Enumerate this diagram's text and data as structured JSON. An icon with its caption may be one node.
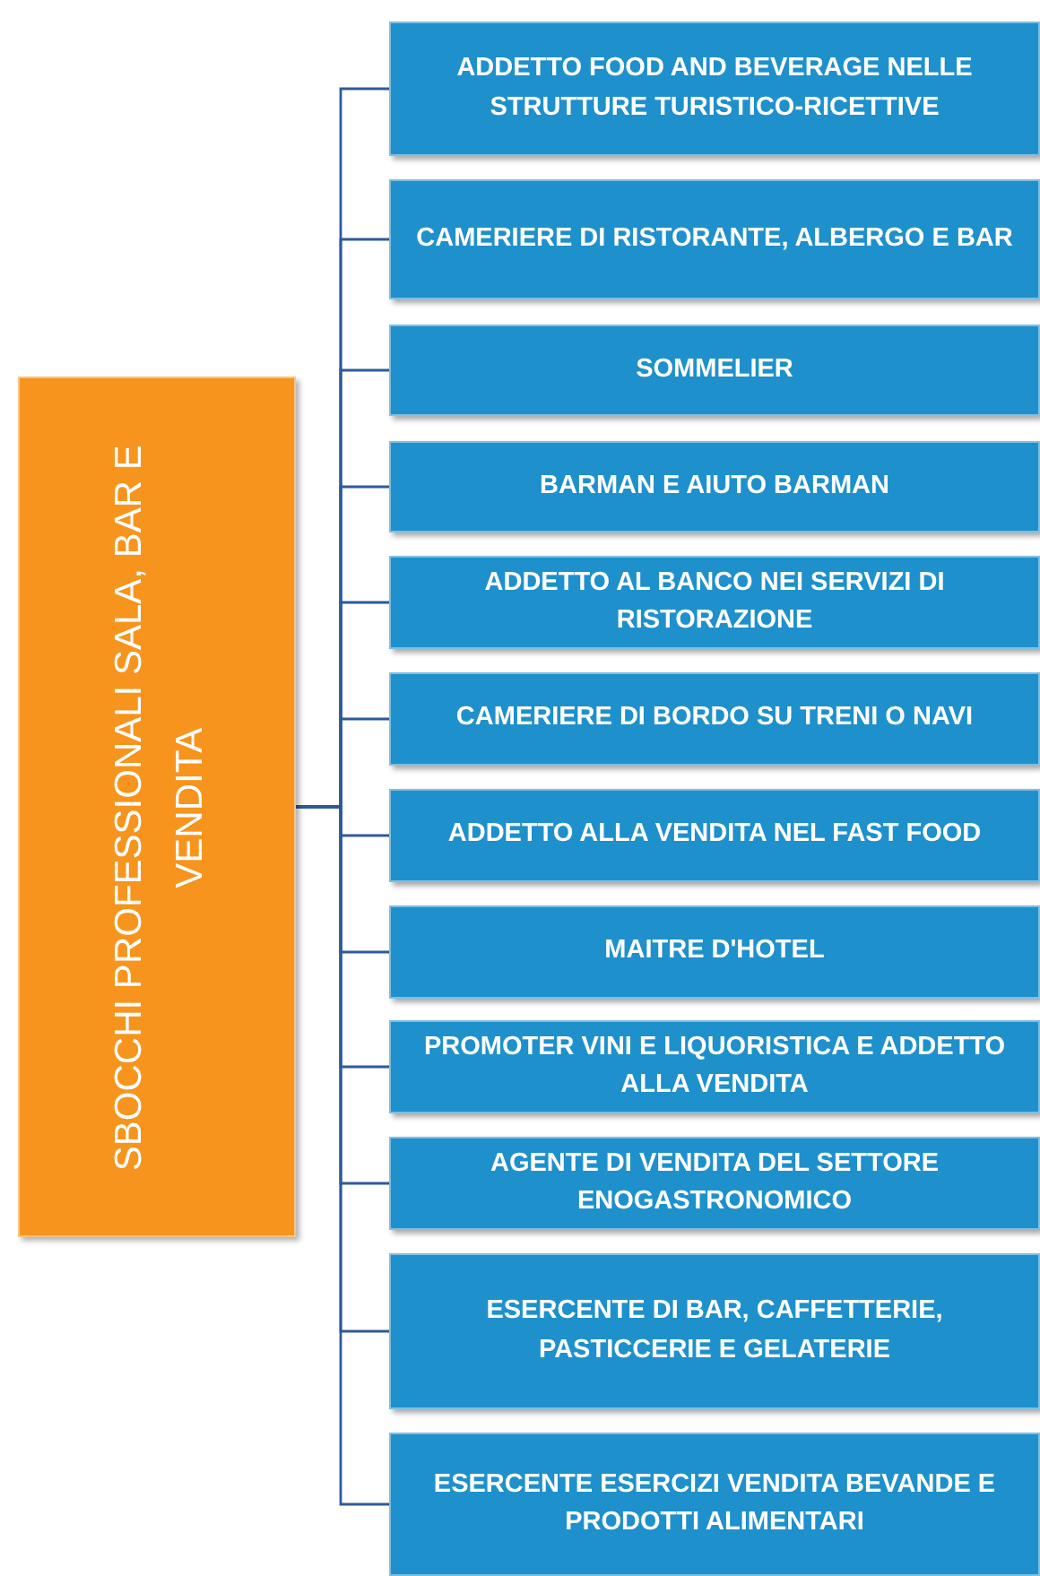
{
  "diagram": {
    "nodes": [
      {
        "text": [
          "SBOCCHI PROFESSIONALI SALA, BAR E VENDITA"
        ]
      },
      {
        "text": [
          "ADDETTO FOOD AND BEVERAGE NELLE STRUTTURE TURISTICO-RICETTIVE"
        ]
      },
      {
        "text": [
          "CAMERIERE DI RISTORANTE, ALBERGO E BAR"
        ]
      },
      {
        "text": [
          "SOMMELIER"
        ]
      },
      {
        "text": [
          "BARMAN E AIUTO BARMAN"
        ]
      },
      {
        "text": [
          "ADDETTO AL BANCO NEI SERVIZI DI RISTORAZIONE"
        ]
      },
      {
        "text": [
          "CAMERIERE DI BORDO SU TRENI O NAVI"
        ]
      },
      {
        "text": [
          "ADDETTO ALLA VENDITA NEL FAST FOOD"
        ]
      },
      {
        "text": [
          "MAITRE D'HOTEL"
        ]
      },
      {
        "text": [
          "PROMOTER VINI E LIQUORISTICA E ADDETTO ALLA VENDITA"
        ]
      },
      {
        "text": [
          "AGENTE DI VENDITA DEL SETTORE ENOGASTRONOMICO"
        ]
      },
      {
        "text": [
          "ESERCENTE DI BAR, CAFFETTERIE, PASTICCERIE E GELATERIE"
        ]
      },
      {
        "text": [
          "ESERCENTE ESERCIZI VENDITA BEVANDE E PRODOTTI ALIMENTARI"
        ]
      }
    ],
    "edges": [
      {
        "from": 0,
        "to": 1,
        "arrow": "none"
      },
      {
        "from": 0,
        "to": 2,
        "arrow": "none"
      },
      {
        "from": 0,
        "to": 3,
        "arrow": "none"
      },
      {
        "from": 0,
        "to": 4,
        "arrow": "none"
      },
      {
        "from": 0,
        "to": 5,
        "arrow": "none"
      },
      {
        "from": 0,
        "to": 6,
        "arrow": "none"
      },
      {
        "from": 0,
        "to": 7,
        "arrow": "none"
      },
      {
        "from": 0,
        "to": 8,
        "arrow": "none"
      },
      {
        "from": 0,
        "to": 9,
        "arrow": "none"
      },
      {
        "from": 0,
        "to": 10,
        "arrow": "none"
      },
      {
        "from": 0,
        "to": 11,
        "arrow": "none"
      },
      {
        "from": 0,
        "to": 12,
        "arrow": "none"
      }
    ]
  }
}
